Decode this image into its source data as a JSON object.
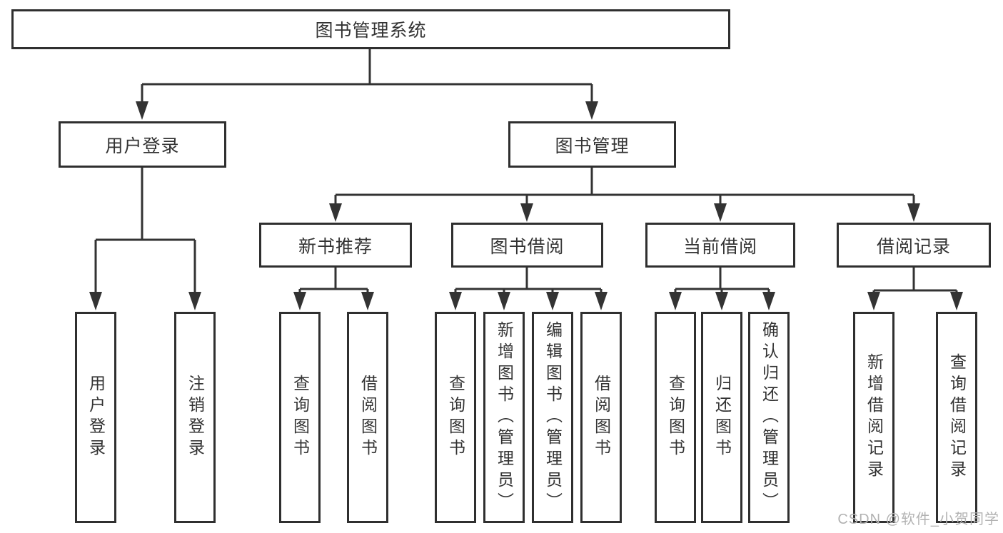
{
  "nodes": {
    "root": "图书管理系统",
    "level2": [
      "用户登录",
      "图书管理"
    ],
    "level3": [
      "新书推荐",
      "图书借阅",
      "当前借阅",
      "借阅记录"
    ],
    "leaves": [
      "用户登录",
      "注销登录",
      "查询图书",
      "借阅图书",
      "查询图书",
      "新增图书（管理员）",
      "编辑图书（管理员）",
      "借阅图书",
      "查询图书",
      "归还图书",
      "确认归还（管理员）",
      "新增借阅记录",
      "查询借阅记录"
    ]
  },
  "watermark": "CSDN @软件_小贺同学",
  "colors": {
    "line": "#333333",
    "box_border": "#2f2f2f",
    "text": "#333333",
    "watermark": "#b2b2b2",
    "background": "#ffffff"
  }
}
